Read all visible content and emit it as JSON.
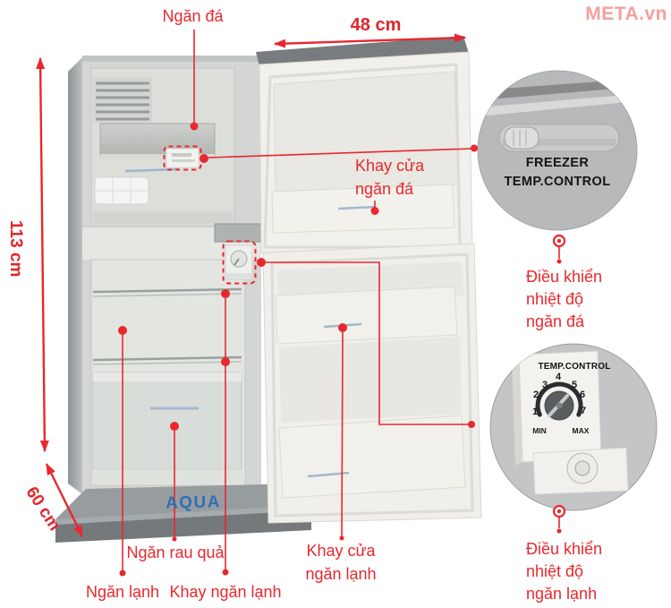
{
  "watermark": {
    "text": "META.vn"
  },
  "dimensions": {
    "width": "48 cm",
    "height": "113 cm",
    "depth": "60 cm"
  },
  "labels": {
    "freezer_compartment": "Ngăn đá",
    "freezer_door_tray": {
      "line1": "Khay cửa",
      "line2": "ngăn đá"
    },
    "freezer_temp_caption": {
      "line1": "Điều khiển",
      "line2": "nhiệt độ",
      "line3": "ngăn đá"
    },
    "fridge_temp_caption": {
      "line1": "Điều khiển",
      "line2": "nhiệt độ",
      "line3": "ngăn lạnh"
    },
    "crisper": "Ngăn rau quả",
    "cooling_compartment": "Ngăn lạnh",
    "cooling_shelf": "Khay ngăn lạnh",
    "fridge_door_tray": {
      "line1": "Khay cửa",
      "line2": "ngăn lạnh"
    }
  },
  "callout_freezer_control": {
    "line1": "FREEZER",
    "line2": "TEMP.CONTROL"
  },
  "callout_fridge_control": {
    "title": "TEMP.CONTROL",
    "numbers": [
      "1",
      "2",
      "3",
      "4",
      "5",
      "6",
      "7"
    ],
    "min": "MIN",
    "max": "MAX"
  },
  "brand": {
    "logo": "AQUA"
  },
  "colors": {
    "annotation_red": "#e8282e",
    "brand_blue": "#2f6fb6",
    "watermark_pink": "#f59e9e"
  }
}
